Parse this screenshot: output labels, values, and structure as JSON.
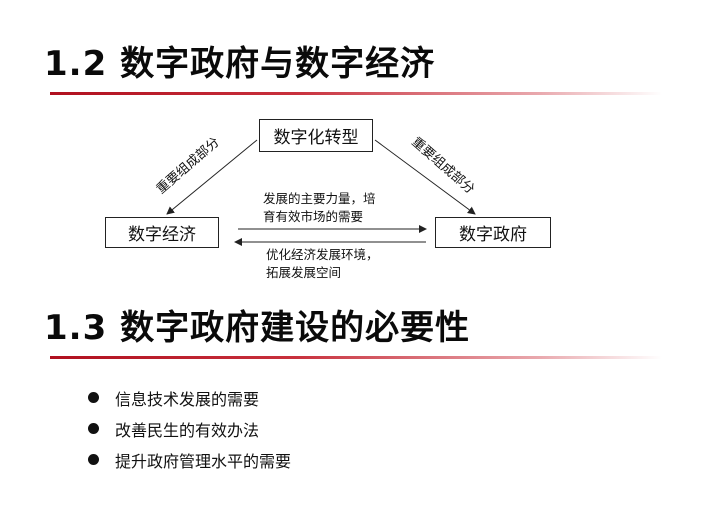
{
  "sections": [
    {
      "title": "1.2 数字政府与数字经济"
    },
    {
      "title": "1.3 数字政府建设的必要性"
    }
  ],
  "diagram": {
    "nodes": {
      "top": "数字化转型",
      "left": "数字经济",
      "right": "数字政府"
    },
    "diagonal_labels": {
      "left": "重要组成部分",
      "right": "重要组成部分"
    },
    "edge_labels": {
      "to_right": [
        "发展的主要力量，培",
        "育有效市场的需要"
      ],
      "to_left": [
        "优化经济发展环境，",
        "拓展发展空间"
      ]
    }
  },
  "bullets": [
    "信息技术发展的需要",
    "改善民生的有效办法",
    "提升政府管理水平的需要"
  ],
  "colors": {
    "accent": "#b0101f"
  }
}
